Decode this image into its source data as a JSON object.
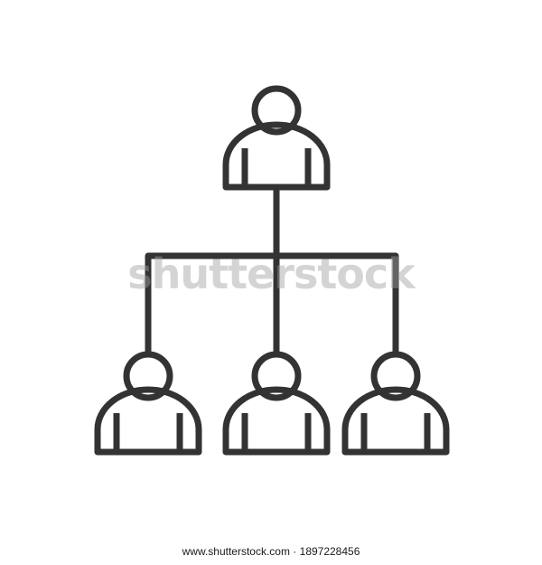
{
  "diagram": {
    "kind": "org-chart-icon",
    "line_color": "#333333",
    "background": "#ffffff",
    "nodes": [
      {
        "id": "top",
        "icon": "person-icon",
        "level": 0
      },
      {
        "id": "child-left",
        "icon": "person-icon",
        "level": 1
      },
      {
        "id": "child-center",
        "icon": "person-icon",
        "level": 1
      },
      {
        "id": "child-right",
        "icon": "person-icon",
        "level": 1
      }
    ],
    "edges": [
      [
        "top",
        "child-left"
      ],
      [
        "top",
        "child-center"
      ],
      [
        "top",
        "child-right"
      ]
    ]
  },
  "watermark": {
    "text": "shutterstock",
    "color": "#a0a0a0"
  },
  "footer": {
    "text": "www.shutterstock.com · 1897228456",
    "background": "#ffffff"
  }
}
